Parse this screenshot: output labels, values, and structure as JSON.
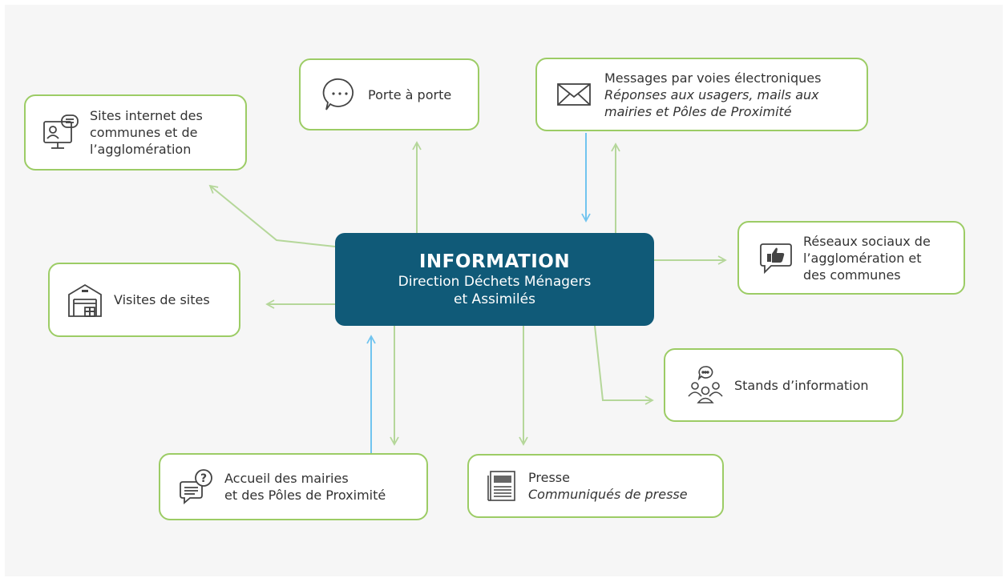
{
  "colors": {
    "accent_green": "#9ccc65",
    "arrow_green": "#b5d79a",
    "arrow_blue": "#71c4ef",
    "center_fill": "#105a78"
  },
  "center": {
    "title": "INFORMATION",
    "subtitle_line1": "Direction Déchets Ménagers",
    "subtitle_line2": "et Assimilés"
  },
  "nodes": {
    "sites_internet": {
      "icon": "monitor-chat-icon",
      "lines": [
        "Sites internet des",
        "communes et de",
        "l’agglomération"
      ]
    },
    "porte_a_porte": {
      "icon": "speech-bubble-icon",
      "lines": [
        "Porte à porte"
      ]
    },
    "messages": {
      "icon": "envelope-icon",
      "lines": [
        "Messages par voies électroniques"
      ],
      "italic_lines": [
        "Réponses aux usagers, mails aux",
        "mairies et Pôles de Proximité"
      ]
    },
    "reseaux": {
      "icon": "thumbs-up-chat-icon",
      "lines": [
        "Réseaux sociaux de",
        "l’agglomération et",
        "des communes"
      ]
    },
    "visites": {
      "icon": "warehouse-icon",
      "lines": [
        "Visites de sites"
      ]
    },
    "stands": {
      "icon": "group-chat-icon",
      "lines": [
        "Stands d’information"
      ]
    },
    "accueil": {
      "icon": "question-chat-icon",
      "lines": [
        "Accueil des mairies",
        "et des Pôles de Proximité"
      ]
    },
    "presse": {
      "icon": "newspaper-icon",
      "lines": [
        "Presse"
      ],
      "italic_lines": [
        "Communiqués de presse"
      ]
    }
  }
}
